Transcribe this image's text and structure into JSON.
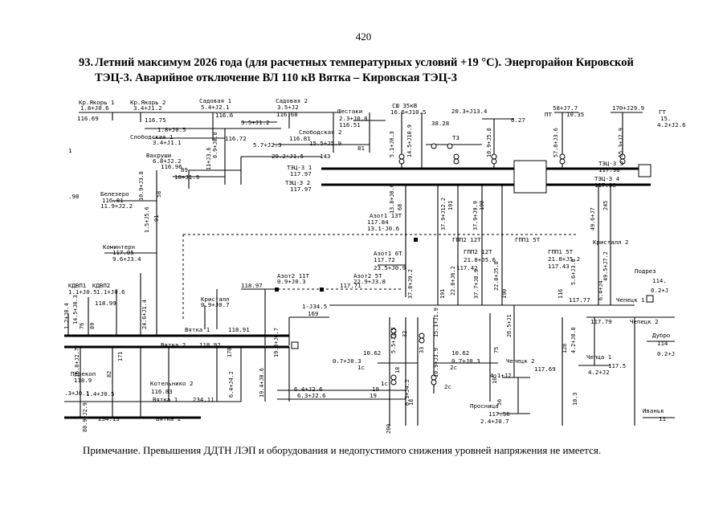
{
  "page_number": "420",
  "heading": {
    "number": "93.",
    "line1": "Летний максимум 2026 года (для расчетных температурных условий +19 °С). Энергорайон Кировской",
    "line2": "ТЭЦ-3. Аварийное отключение ВЛ 110 кВ Вятка – Кировская ТЭЦ-3"
  },
  "footnote": "Примечание. Превышения ДДТН ЛЭП и оборудования и недопустимого снижения уровней напряжения не имеется.",
  "labels": [
    "Кр.Якорь 1",
    "1.8+J0.6",
    "116.69",
    "Кр.Якорь 2",
    "3.4+J1.2",
    "116.75",
    "Садовая 1",
    "5.4+J2.1",
    "116.6",
    "Садовая 2",
    "3.5+J2",
    "116.68",
    "Шестаки",
    "2.3+J0.8",
    "116.51",
    "СШ 35кВ",
    "16.6+J10.5",
    "38.28",
    "20.3+J13.4",
    "6.27",
    "58+J7.7",
    "ПТ",
    "10.35",
    "170+J29.9",
    "ГТ",
    "15.",
    "4.2+J2.6",
    "1.8+J0.5",
    "3.5+J1.2",
    "Слободская 1",
    "3.4+J1.1",
    "116.72",
    "Слободская 2",
    "116.81",
    "5.7+J2.3",
    "15.5+J5.9",
    "81",
    "Т3",
    "Вахруши",
    "6.8+J2.2",
    "116.96",
    "89",
    "18+J1.9",
    "29.2+J1.5",
    "143",
    "ТЭЦ-3 1",
    "117.97",
    "ТЭЦ-3 2",
    "117.97",
    "ТЭЦ-3 3",
    "117.98",
    "ТЭЦ-3 4",
    "117.98",
    "Белезеро",
    "116.81",
    "11.9+J2.2",
    ".98",
    "1",
    "Азот1 13Т",
    "117.84",
    "13.1-J0.6",
    "ГПП2 12Т",
    "ГПП1 5Т",
    "Кристалл 2",
    "Коминтерн",
    "117.05",
    "9.6+J3.4",
    "Азот1 6Т",
    "117.72",
    "23.5+J0.9",
    "ГПП2 12Т",
    "21.8+J5.6",
    "117.42",
    "ГПП1 5Т",
    "21.8+J5.2",
    "117.43",
    "Подрез",
    "114.",
    "0.2+J",
    "КДВП1",
    "КДВП2",
    "1.1+J0.5",
    "1.1+J0.6",
    "118.99",
    "Азот2 11Т",
    "0.9+J0.3",
    "118.97",
    "Азот2 5Т",
    "22.9+J3.8",
    "117.71",
    "Кристалл",
    "0.9+J0.7",
    "1-J34.5",
    "169",
    "117.77",
    "Чепецк 1",
    "117.79",
    "Чепецк 2",
    "Дубро",
    "114",
    "0.2+J",
    "Вятка 1",
    "118.91",
    "Вятка 2",
    "118.92",
    "10.62",
    "0.7+J0.3",
    "1с",
    "10.62",
    "0.7+J0.3",
    "2с",
    "Чепецк 2",
    "117.69",
    "4.1+J2",
    "Чепца 1",
    "117.5",
    "4.2+J2",
    "Перекоп",
    "118.9",
    "Котельнико 2",
    "116.83",
    ".3+J0.1",
    "1.4+J0.5",
    "Вятка 1",
    "234.11",
    "6.4+J2.6",
    "19",
    "6.3+J2.6",
    "19",
    "1с",
    "2с",
    "Просница",
    "117.56",
    "2.4+J0.7",
    "234.13",
    "Вятка 2",
    "Иваньк",
    "11"
  ],
  "vertical_labels": [
    "0.9+J0.8",
    "11+J3.6",
    "5.1+J0.3",
    "14.5+J10.9",
    "10.9+J5.8",
    "57.8+J3.6",
    "65.3+J2.9",
    "10.9+J3.8",
    "58",
    "1.5+J5.6",
    "91",
    "68",
    "13.8+J0.6",
    "37.9+J12.2",
    "191",
    "37.9+J9.9",
    "190",
    "49.6+J7",
    "245",
    "49.5+J7.2",
    "6.4+J4",
    "1.2+J0.4",
    "76",
    "14.5+J0.3",
    "89",
    "24.6+J1.4",
    "37.8+J9.2",
    "191",
    "22.8+J6.2",
    "37.7+J8.9",
    "190",
    "22.8+J5.8",
    "116",
    "5.6+J3.6",
    "5.5+J3.5",
    "33",
    "32",
    "15.1+J1.9",
    "75",
    "26.5+J1",
    "128",
    "4.2+J0.8",
    "16.8+J2.7",
    "82",
    "171",
    "170",
    "19.8+J0.7",
    "19.4+J0.6",
    "6.4+J4.2",
    "6.3+J4.2",
    "18",
    "18",
    "10.9+J3.9",
    "56",
    "105",
    "10.3",
    "80.9+J2.9",
    "200"
  ]
}
